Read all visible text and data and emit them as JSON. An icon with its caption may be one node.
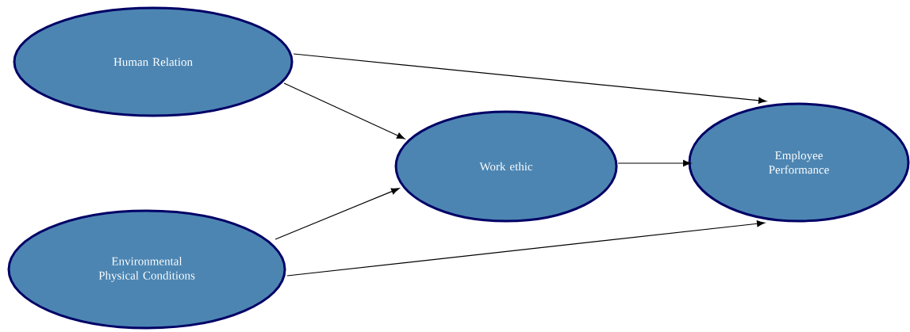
{
  "diagram": {
    "nodes": [
      {
        "text": [
          "Human Relation"
        ]
      },
      {
        "text": [
          "Environmental Physical Conditions"
        ]
      },
      {
        "text": [
          "Work ethic"
        ]
      },
      {
        "text": [
          "Employee Performance"
        ]
      }
    ],
    "edges": [
      {
        "from": 0,
        "to": 3,
        "arrow": "to"
      },
      {
        "from": 0,
        "to": 2,
        "arrow": "to"
      },
      {
        "from": 1,
        "to": 2,
        "arrow": "to"
      },
      {
        "from": 1,
        "to": 3,
        "arrow": "to"
      },
      {
        "from": 2,
        "to": 3,
        "arrow": "to"
      }
    ]
  }
}
